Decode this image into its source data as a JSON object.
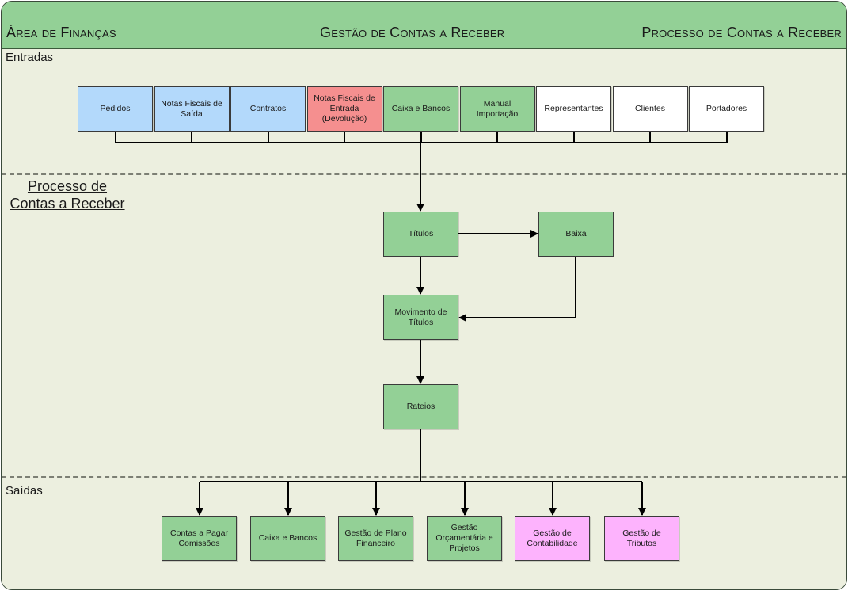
{
  "header": {
    "left_title": "Área de Finanças",
    "center_title": "Gestão de Contas a Receber",
    "right_title": "Processo de Contas a Receber"
  },
  "sections": {
    "inputs": "Entradas",
    "process_line1": "Processo de",
    "process_line2": "Contas a Receber",
    "outputs": "Saídas"
  },
  "colors": {
    "blue": "#b3d9fb",
    "red": "#f58f8f",
    "green": "#93d096",
    "white": "#ffffff",
    "pink": "#fdb3fd",
    "header": "#93d096",
    "background": "#ecefdf"
  },
  "inputs": [
    {
      "label": "Pedidos",
      "color": "blue"
    },
    {
      "label": "Notas Fiscais de Saída",
      "color": "blue"
    },
    {
      "label": "Contratos",
      "color": "blue"
    },
    {
      "label": "Notas Fiscais de Entrada (Devolução)",
      "color": "red"
    },
    {
      "label": "Caixa e Bancos",
      "color": "green"
    },
    {
      "label": "Manual Importação",
      "color": "green"
    },
    {
      "label": "Representantes",
      "color": "white"
    },
    {
      "label": "Clientes",
      "color": "white"
    },
    {
      "label": "Portadores",
      "color": "white"
    }
  ],
  "process": {
    "titulos": "Títulos",
    "baixa": "Baixa",
    "movimento": "Movimento de Títulos",
    "rateios": "Rateios"
  },
  "outputs": [
    {
      "label": "Contas a Pagar Comissões",
      "color": "green"
    },
    {
      "label": "Caixa e Bancos",
      "color": "green"
    },
    {
      "label": "Gestão de Plano Financeiro",
      "color": "green"
    },
    {
      "label": "Gestão Orçamentária e Projetos",
      "color": "green"
    },
    {
      "label": "Gestão de Contabilidade",
      "color": "pink"
    },
    {
      "label": "Gestão de Tributos",
      "color": "pink"
    }
  ]
}
